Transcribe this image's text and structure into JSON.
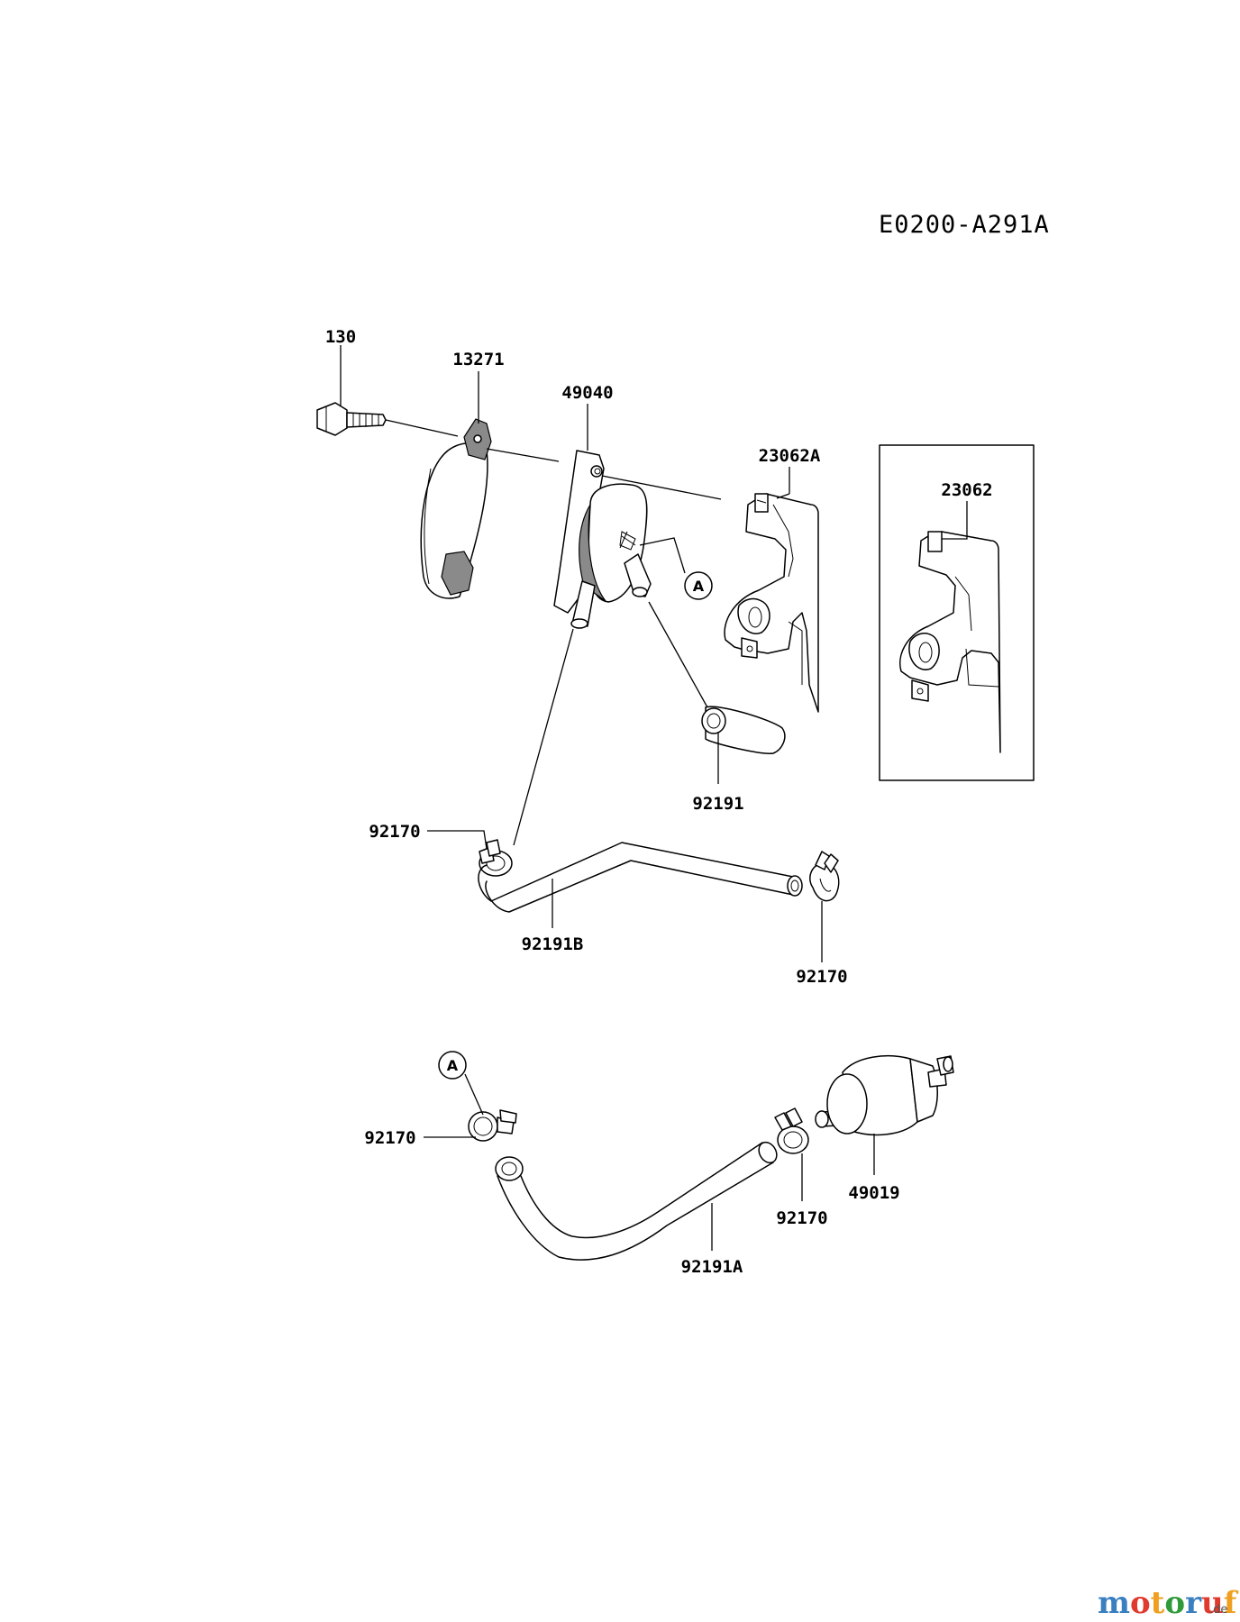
{
  "diagram_code": "E0200-A291A",
  "ref_marker": "A",
  "labels": {
    "bolt": "130",
    "bracket_plate": "13271",
    "fuel_pump": "49040",
    "pump_bracket_a": "23062A",
    "pump_bracket_alt": "23062",
    "cap": "92191",
    "clamp_upper_left": "92170",
    "hose_b": "92191B",
    "clamp_upper_right": "92170",
    "clamp_lower_left": "92170",
    "hose_a": "92191A",
    "clamp_lower_right": "92170",
    "fuel_filter": "49019"
  },
  "watermark": {
    "text": "motoruf",
    "suffix": ".de",
    "colors": [
      "#3a7fc0",
      "#e03a2f",
      "#f0a020",
      "#2f9a3a",
      "#3a7fc0",
      "#e03a2f",
      "#f0a020"
    ]
  }
}
